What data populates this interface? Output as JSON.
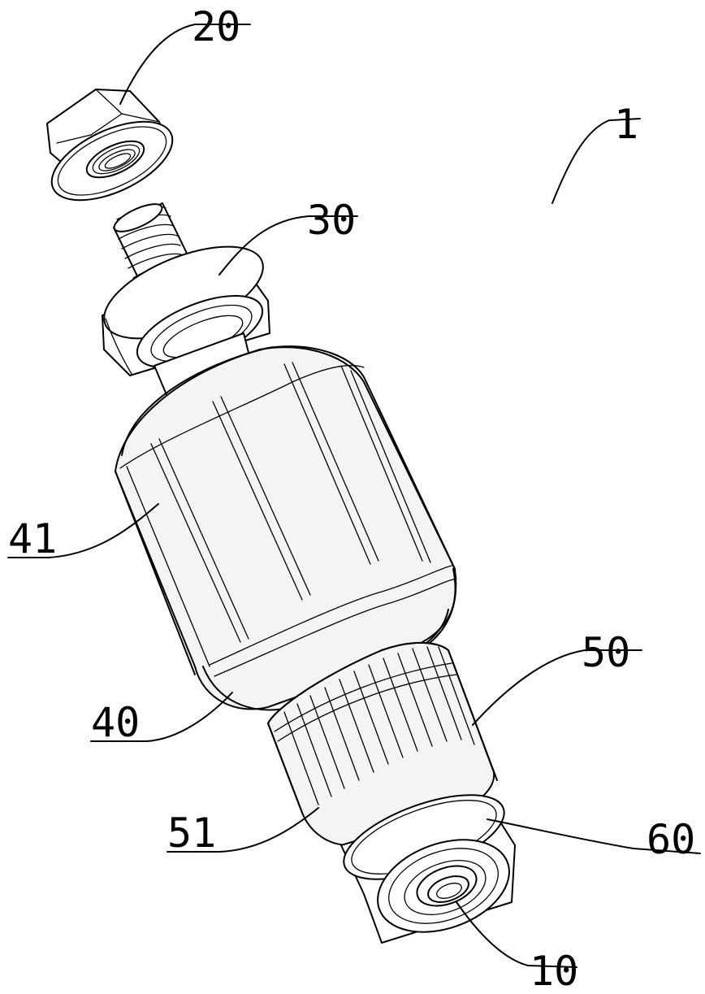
{
  "labels": {
    "assembly": "1",
    "part_10": "10",
    "part_20": "20",
    "part_30": "30",
    "part_40": "40",
    "part_41": "41",
    "part_50": "50",
    "part_51": "51",
    "part_60": "60"
  }
}
